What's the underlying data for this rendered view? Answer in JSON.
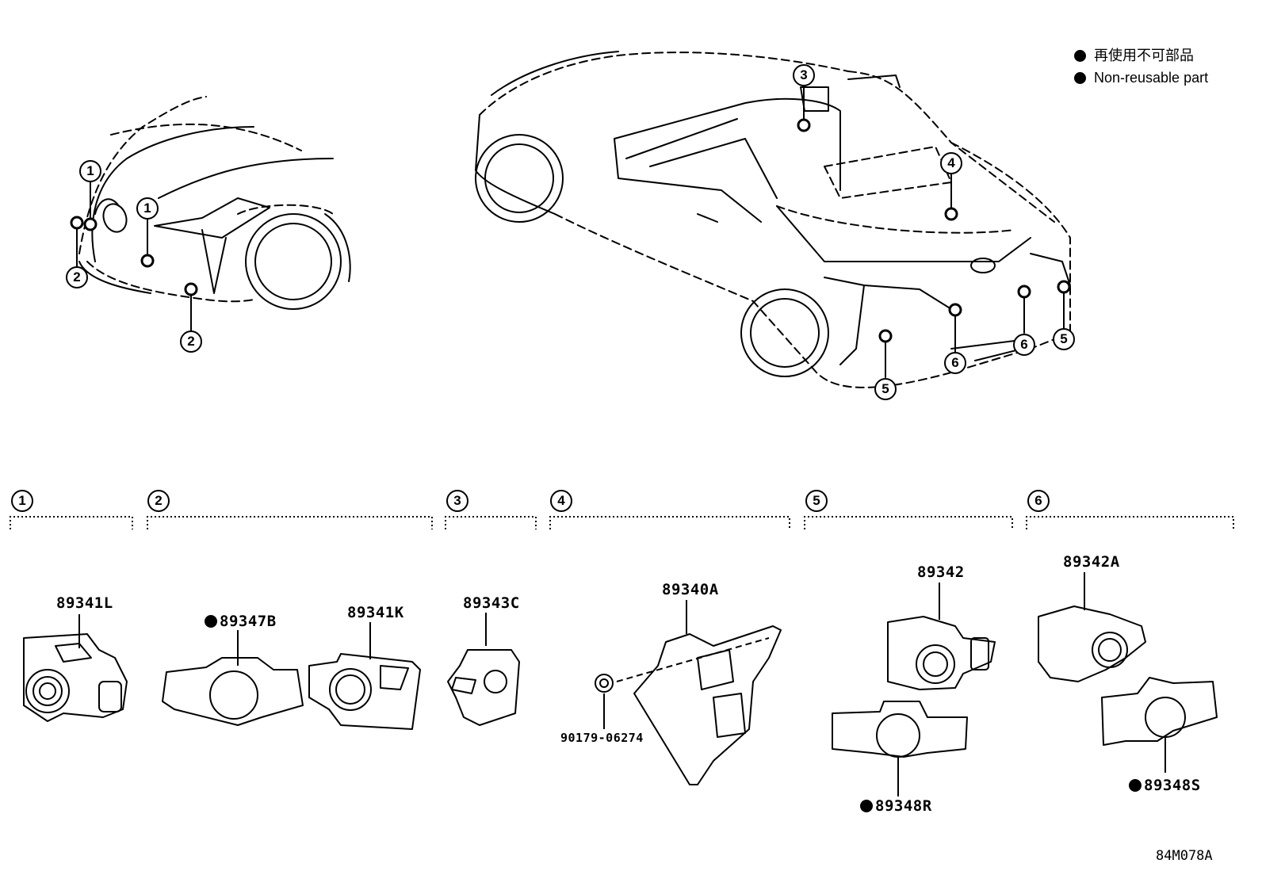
{
  "legend": {
    "jp": "再使用不可部品",
    "en": "Non-reusable part"
  },
  "sections": [
    {
      "label": "1"
    },
    {
      "label": "2"
    },
    {
      "label": "3"
    },
    {
      "label": "4"
    },
    {
      "label": "5"
    },
    {
      "label": "6"
    }
  ],
  "callouts": {
    "front_1a": "1",
    "front_1b": "1",
    "front_2a": "2",
    "front_2b": "2",
    "rear_3": "3",
    "rear_4": "4",
    "rear_5a": "5",
    "rear_5b": "5",
    "rear_6a": "6",
    "rear_6b": "6"
  },
  "parts": {
    "p89341L": "89341L",
    "p89347B": "89347B",
    "p89341K": "89341K",
    "p89343C": "89343C",
    "p89340A": "89340A",
    "p90179": "90179-06274",
    "p89342": "89342",
    "p89348R": "89348R",
    "p89342A": "89342A",
    "p89348S": "89348S"
  },
  "illustration_code": "84M078A"
}
